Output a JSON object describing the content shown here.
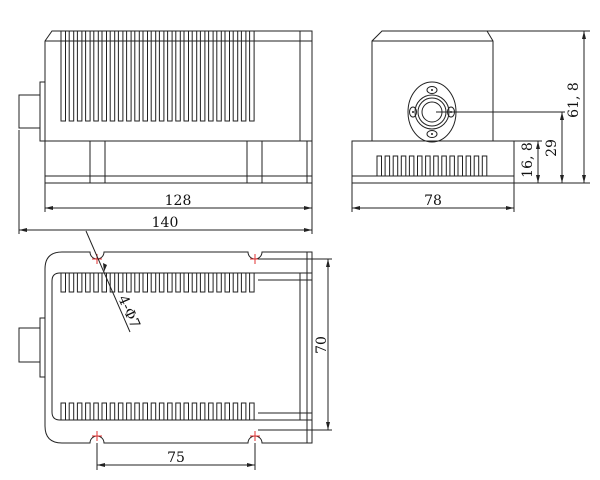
{
  "dimensions": {
    "side_length_body": "128",
    "side_length_total": "140",
    "front_width": "78",
    "front_height_total": "61, 8",
    "front_beam_height": "29",
    "front_base_height": "16, 8",
    "top_hole_spacing_y": "70",
    "top_hole_spacing_x": "75",
    "hole_callout": "4-Φ7"
  },
  "colors": {
    "line": "#222222",
    "centerline": "#e03030"
  }
}
